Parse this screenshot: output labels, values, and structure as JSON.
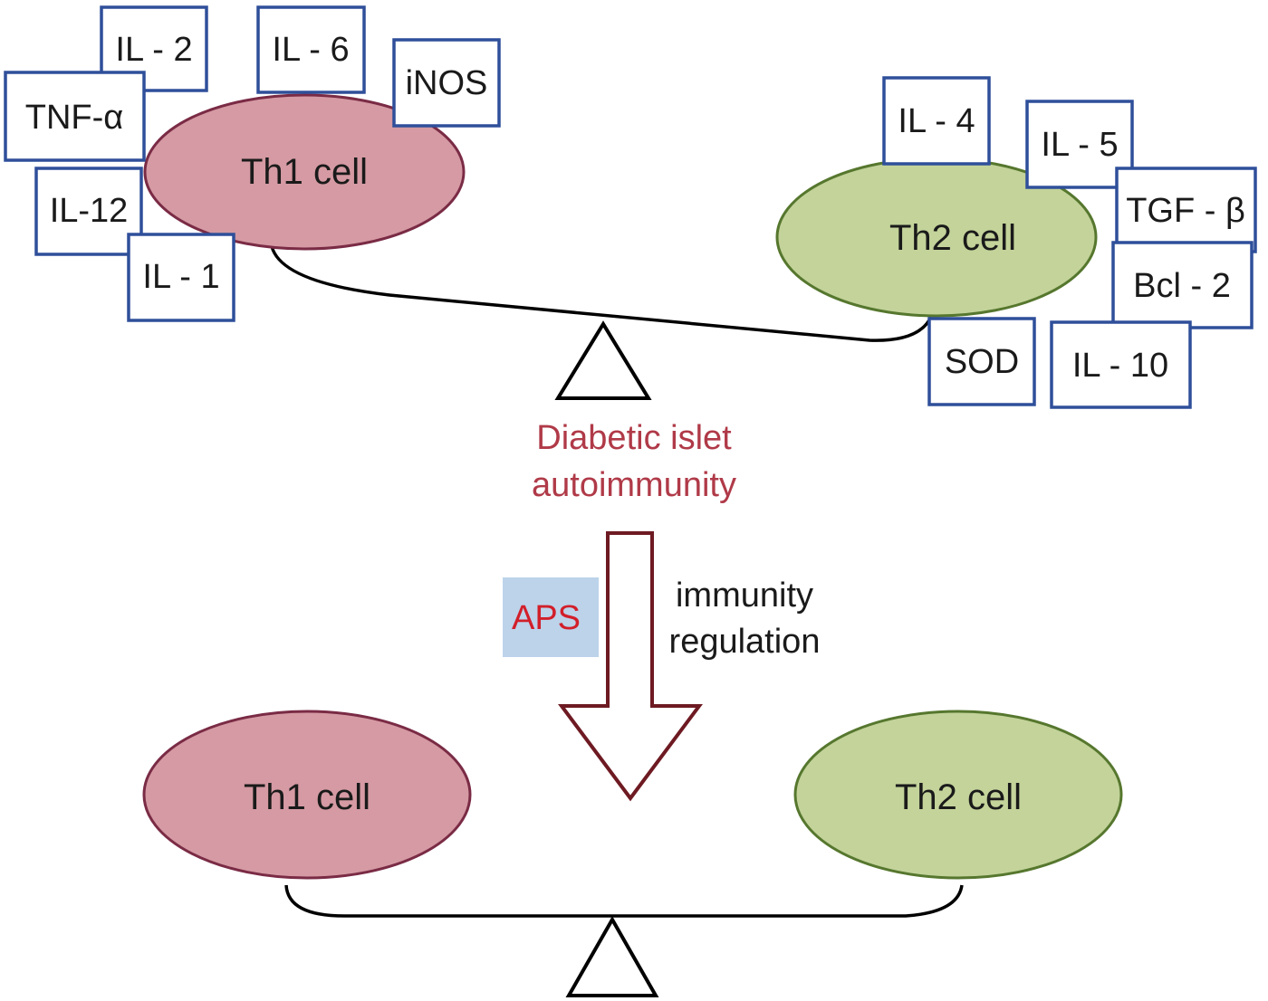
{
  "top": {
    "th1_label": "Th1 cell",
    "th2_label": "Th2 cell",
    "th1_cytokines": [
      "IL - 2",
      "IL - 6",
      "iNOS",
      "TNF-α",
      "IL-12",
      "IL - 1"
    ],
    "th2_cytokines": [
      "IL - 4",
      "IL - 5",
      "TGF - β",
      "Bcl - 2",
      "SOD",
      "IL - 10"
    ],
    "condition_line1": "Diabetic islet",
    "condition_line2": "autoimmunity"
  },
  "treatment": {
    "label": "APS",
    "effect_line1": "immunity",
    "effect_line2": "regulation"
  },
  "bottom": {
    "th1_label": "Th1 cell",
    "th2_label": "Th2 cell"
  },
  "colors": {
    "th1_fill": "#d59aa3",
    "th2_fill": "#c3d39a",
    "cytokine_border": "#2f4f9a",
    "condition_text": "#b03a48",
    "treatment_text": "#d21f2a",
    "treatment_bg": "#bcd3ea",
    "arrow_border": "#6e1a22"
  }
}
